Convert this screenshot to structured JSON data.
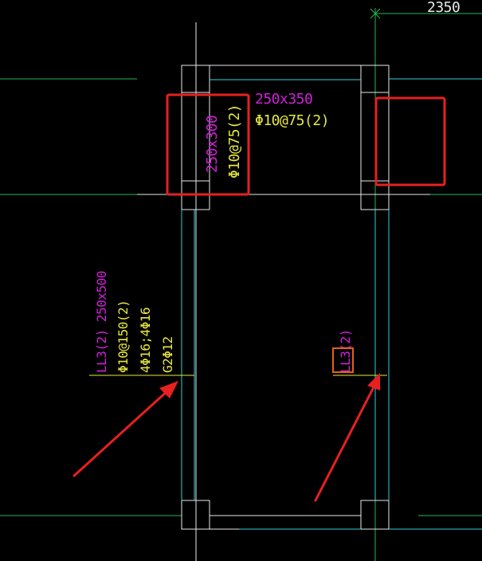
{
  "colors": {
    "background": "#000000",
    "outline": "#ffffff",
    "beam_edge": "#2fd2dc",
    "axis_green": "#20b850",
    "magenta": "#d020d8",
    "yellow": "#e8e840",
    "highlight_red": "#e82020",
    "highlight_orange": "#e86010"
  },
  "dimension": {
    "value": "2350"
  },
  "beam_top": {
    "size": "250x350",
    "stirrup": "Φ10@75(2)"
  },
  "beam_left_vertical": {
    "size": "250x300",
    "stirrup": "Φ10@75(2)"
  },
  "beam_ll3_left": {
    "name_size": "LL3(2) 250x500",
    "stirrup": "Φ10@150(2)",
    "longitudinal": "4Φ16;4Φ16",
    "side_bars": "G2Φ12"
  },
  "beam_ll3_right": {
    "name": "LL3(2)"
  },
  "annotations": {
    "red_box_left": "highlight around 250x300 beam label",
    "red_box_right": "highlight of missing label region",
    "orange_box": "highlight on LL3 text",
    "arrows": [
      "arrow pointing to left LL3 beam",
      "arrow pointing to right LL3 beam"
    ]
  }
}
